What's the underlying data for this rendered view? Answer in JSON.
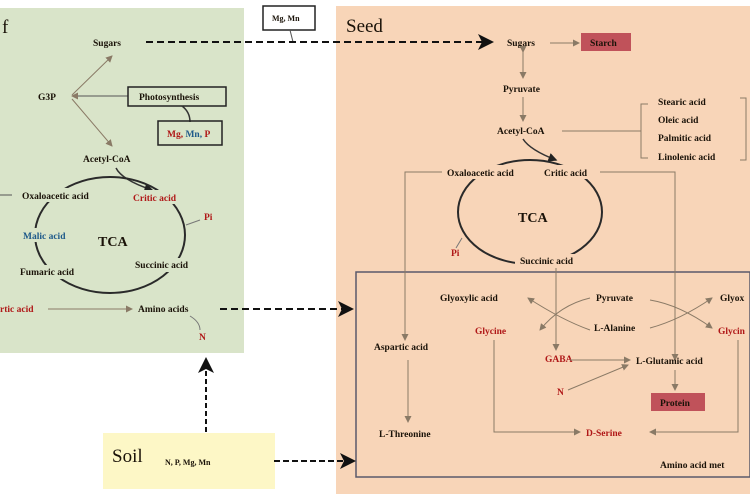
{
  "panels": {
    "leaf": {
      "title": "f",
      "color": "#d9e4c9"
    },
    "seed": {
      "title": "Seed",
      "color": "#f8d5b8"
    },
    "soil": {
      "title": "Soil",
      "nutrients": "N, P, Mg, Mn",
      "color": "#fdf7c6"
    }
  },
  "leaf": {
    "sugars": "Sugars",
    "g3p": "G3P",
    "photosynthesis": "Photosynthesis",
    "cofactor_mg": "Mg,",
    "cofactor_mn": "Mn,",
    "cofactor_p": "P",
    "acetyl_coa": "Acetyl-CoA",
    "oxaloacetic": "Oxaloacetic acid",
    "citric": "Critic acid",
    "pi": "Pi",
    "malic": "Malic acid",
    "tca": "TCA",
    "fumaric": "Fumaric acid",
    "succinic": "Succinic acid",
    "aspartic": "rtic acid",
    "amino_acids": "Amino acids",
    "n": "N"
  },
  "transport_box": "Mg, Mn",
  "seed": {
    "sugars": "Sugars",
    "starch": "Starch",
    "pyruvate": "Pyruvate",
    "acetyl_coa": "Acetyl-CoA",
    "fatty_acids": [
      "Stearic acid",
      "Oleic acid",
      "Palmitic acid",
      "Linolenic acid"
    ],
    "oxaloacetic": "Oxaloacetic acid",
    "citric": "Critic acid",
    "tca": "TCA",
    "pi": "Pi",
    "succinic": "Succinic acid"
  },
  "amino_module": {
    "label": "Amino acid met",
    "glyoxylic": "Glyoxylic acid",
    "pyruvate": "Pyruvate",
    "glyoxylic_right": "Glyox",
    "glycine": "Glycine",
    "alanine": "L-Alanine",
    "glycine_right": "Glycin",
    "aspartic": "Aspartic acid",
    "gaba": "GABA",
    "glutamic": "L-Glutamic acid",
    "n": "N",
    "protein": "Protein",
    "threonine": "L-Threonine",
    "serine": "D-Serine"
  },
  "colors": {
    "highlight_box": "#c0525a",
    "red_text": "#b01818",
    "blue_text": "#1f5a8a",
    "arrow": "#8a7a66",
    "module_border": "#5a5a6a"
  }
}
